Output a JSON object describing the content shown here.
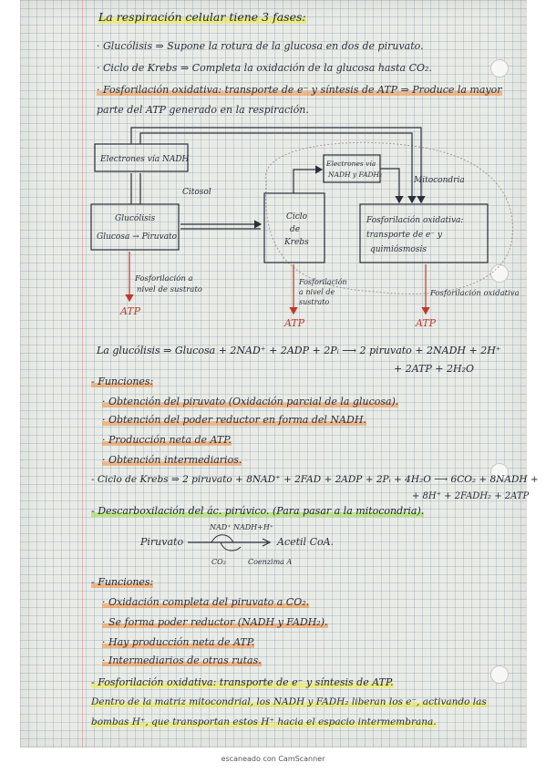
{
  "lines": {
    "title": "La respiración celular tiene 3 fases:",
    "b1": "· Glucólisis ⇒ Supone la rotura de la glucosa en dos de piruvato.",
    "b2": "· Ciclo de Krebs ⇒ Completa la oxidación de la glucosa hasta CO₂.",
    "b3a": "· Fosforilación oxidativa: transporte de e⁻ y síntesis de ATP ⇒ Produce la mayor",
    "b3b": "parte del ATP generado en la respiración.",
    "gluco_eq_a": "La glucólisis ⇒ Glucosa + 2NAD⁺ + 2ADP + 2Pᵢ ⟶ 2 piruvato + 2NADH + 2H⁺",
    "gluco_eq_b": "+ 2ATP + 2H₂O",
    "funciones1": "- Funciones:",
    "f1": "· Obtención del piruvato (Oxidación parcial de la glucosa).",
    "f2": "· Obtención del poder reductor en forma del NADH.",
    "f3": "· Producción neta de ATP.",
    "f4": "· Obtención intermediarios.",
    "krebs_eq_a": "- Ciclo de Krebs ⇒ 2 piruvato + 8NAD⁺ + 2FAD + 2ADP + 2Pᵢ + 4H₂O ⟶ 6CO₂ + 8NADH +",
    "krebs_eq_b": "+ 8H⁺ + 2FADH₂ + 2ATP",
    "descarb": "- Descarboxilación del ác. pirúvico. (Para pasar a la mitocondria).",
    "rx_nad": "NAD⁺    NADH+H⁺",
    "rx_left": "Piruvato",
    "rx_right": "Acetil CoA.",
    "rx_co2": "CO₂",
    "rx_coenz": "Coenzima A",
    "funciones2": "- Funciones:",
    "g1": "· Oxidación completa del piruvato a CO₂.",
    "g2": "· Se forma poder reductor (NADH y FADH₂).",
    "g3": "· Hay producción neta de ATP.",
    "g4": "· Intermediarios de otras rutas.",
    "fosfo_a": "- Fosforilación oxidativa: transporte de e⁻ y síntesis de ATP.",
    "fosfo_b": "Dentro de la matriz mitocondrial, los NADH y FADH₂ liberan los e⁻, activando las",
    "fosfo_c": "bombas H⁺, que transportan estos H⁺ hacia el espacio intermembrana."
  },
  "diagram": {
    "box_nadh": "Electrones vía NADH",
    "box_gluc_1": "Glucólisis",
    "box_gluc_2": "Glucosa → Piruvato",
    "citosol": "Citosol",
    "box_krebs_1": "Ciclo",
    "box_krebs_2": "de",
    "box_krebs_3": "Krebs",
    "box_fadh_1": "Electrones vía",
    "box_fadh_2": "NADH y FADH₂",
    "mitocondria": "Mitocondria",
    "box_fosfo_1": "Fosforilación oxidativa:",
    "box_fosfo_2": "transporte de e⁻ y",
    "box_fosfo_3": "quimiósmosis",
    "lbl_sustrato_1": "Fosforilación a",
    "lbl_sustrato_2": "nivel de sustrato",
    "lbl_sustrato2_1": "Fosforilación",
    "lbl_sustrato2_2": "a nivel de",
    "lbl_sustrato2_3": "sustrato",
    "lbl_oxid": "Fosforilación oxidativa",
    "atp1": "ATP",
    "atp2": "ATP",
    "atp3": "ATP"
  },
  "footer": "escaneado con CamScanner",
  "colors": {
    "yellow": "#ebeb3c",
    "orange": "#f08c3c",
    "green": "#96dc3c",
    "ink": "#2b2f3a",
    "arrow_red": "#c0392b"
  }
}
